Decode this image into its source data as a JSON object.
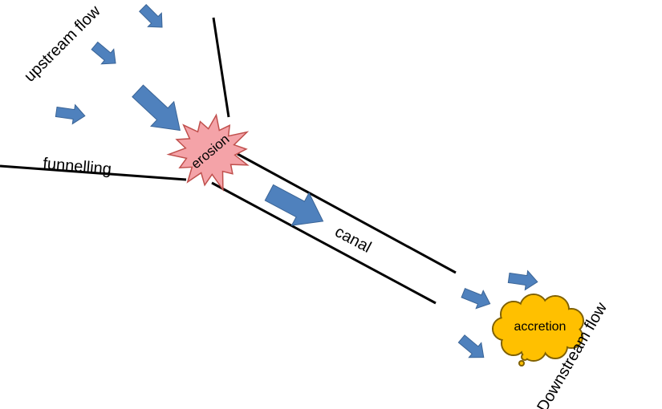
{
  "labels": {
    "upstream": "upstream flow",
    "funnelling": "funnelling",
    "erosion": "erosion",
    "canal": "canal",
    "accretion": "accretion",
    "downstream": "Downstream flow"
  },
  "colors": {
    "arrow_fill": "#4f81bd",
    "arrow_stroke": "#3a6496",
    "erosion_fill": "#f4a3a8",
    "erosion_stroke": "#c0504d",
    "accretion_fill": "#ffc000",
    "accretion_stroke": "#7f6000",
    "line": "#000000"
  },
  "icons": {
    "flow_arrow": "block-arrow-icon",
    "erosion": "explosion-burst-icon",
    "accretion": "thought-cloud-icon"
  }
}
